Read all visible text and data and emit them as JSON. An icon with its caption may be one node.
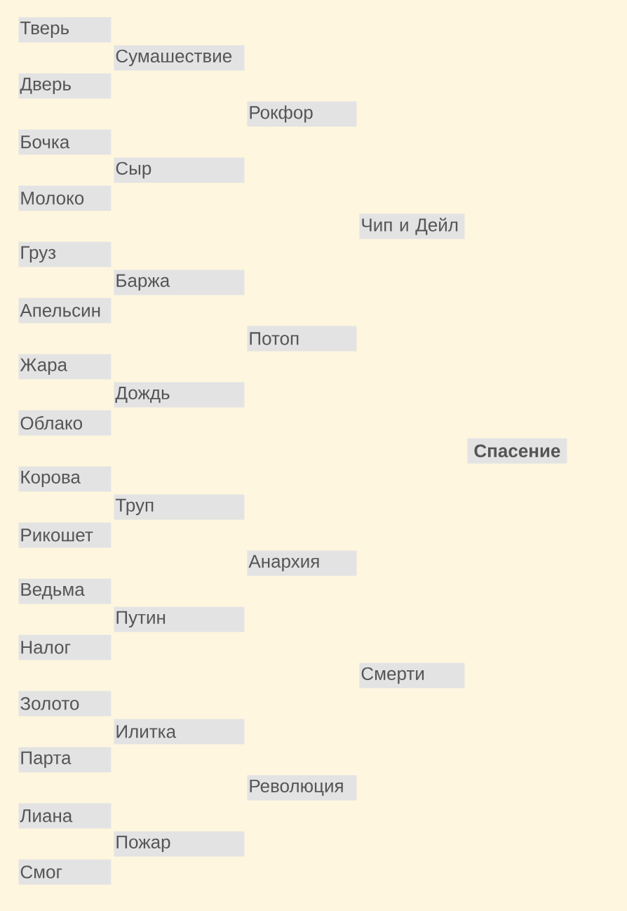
{
  "diagram": {
    "nodes": [
      {
        "text": [
          "Тверь"
        ]
      },
      {
        "text": [
          "Сумашествие"
        ]
      },
      {
        "text": [
          "Дверь"
        ]
      },
      {
        "text": [
          "Рокфор"
        ]
      },
      {
        "text": [
          "Бочка"
        ]
      },
      {
        "text": [
          "Сыр"
        ]
      },
      {
        "text": [
          "Молоко"
        ]
      },
      {
        "text": [
          "Чип и Дейл"
        ]
      },
      {
        "text": [
          "Груз"
        ]
      },
      {
        "text": [
          "Баржа"
        ]
      },
      {
        "text": [
          "Апельсин"
        ]
      },
      {
        "text": [
          "Потоп"
        ]
      },
      {
        "text": [
          "Жара"
        ]
      },
      {
        "text": [
          "Дождь"
        ]
      },
      {
        "text": [
          "Облако"
        ]
      },
      {
        "text": [
          "Спасение"
        ]
      },
      {
        "text": [
          "Корова"
        ]
      },
      {
        "text": [
          "Труп"
        ]
      },
      {
        "text": [
          "Рикошет"
        ]
      },
      {
        "text": [
          "Анархия"
        ]
      },
      {
        "text": [
          "Ведьма"
        ]
      },
      {
        "text": [
          "Путин"
        ]
      },
      {
        "text": [
          "Налог"
        ]
      },
      {
        "text": [
          "Смерти"
        ]
      },
      {
        "text": [
          "Золото"
        ]
      },
      {
        "text": [
          "Илитка"
        ]
      },
      {
        "text": [
          "Парта"
        ]
      },
      {
        "text": [
          "Революция"
        ]
      },
      {
        "text": [
          "Лиана"
        ]
      },
      {
        "text": [
          "Пожар"
        ]
      },
      {
        "text": [
          "Смог"
        ]
      }
    ]
  }
}
